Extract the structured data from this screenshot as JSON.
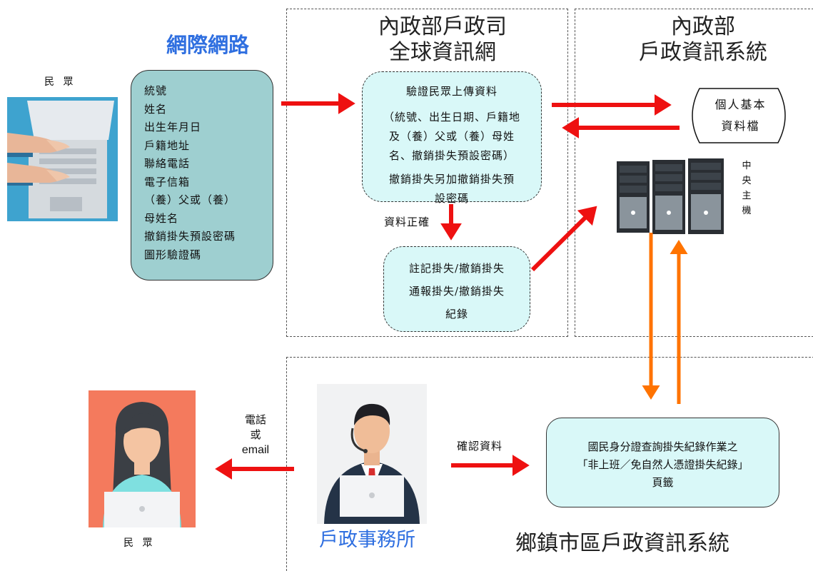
{
  "left": {
    "internet_title": "網際網路",
    "citizen_label_top": "民 眾",
    "fields": [
      "統號",
      "姓名",
      "出生年月日",
      "戶籍地址",
      "聯絡電話",
      "電子信箱",
      "（養）父或（養）",
      "母姓名",
      "撤銷掛失預設密碼",
      "圖形驗證碼"
    ],
    "citizen_label_bottom": "民 眾"
  },
  "moi_gov": {
    "title_line1": "內政部戶政司",
    "title_line2": "全球資訊網",
    "verify_title": "驗證民眾上傳資料",
    "verify_detail": [
      "（統號、出生日期、戶籍地",
      "及（養）父或（養）母姓",
      "名、撤銷掛失預設密碼）"
    ],
    "verify_extra": [
      "撤銷掛失另加撤銷掛失預",
      "設密碼"
    ],
    "data_correct": "資料正確",
    "record_box": [
      "註記掛失/撤銷掛失",
      "通報掛失/撤銷掛失",
      "紀錄"
    ]
  },
  "moi_sys": {
    "title_line1": "內政部",
    "title_line2": "戶政資訊系統",
    "personal_file": [
      "個人基本",
      "資料檔"
    ],
    "central_host": [
      "中",
      "央",
      "主",
      "機"
    ]
  },
  "local": {
    "contact": [
      "電話",
      "或",
      "email"
    ],
    "office_title": "戶政事務所",
    "confirm": "確認資料",
    "page_box": [
      "國民身分證查詢掛失紀錄作業之",
      "「非上班／免自然人憑證掛失紀錄」",
      "頁籤"
    ],
    "system_title": "鄉鎮市區戶政資訊系統"
  },
  "colors": {
    "red_arrow": "#ee1111",
    "orange_arrow": "#ff7300",
    "teal_box": "#9ecfd0",
    "light_box": "#d9f8f8",
    "blue_title": "#2f6fe0"
  }
}
